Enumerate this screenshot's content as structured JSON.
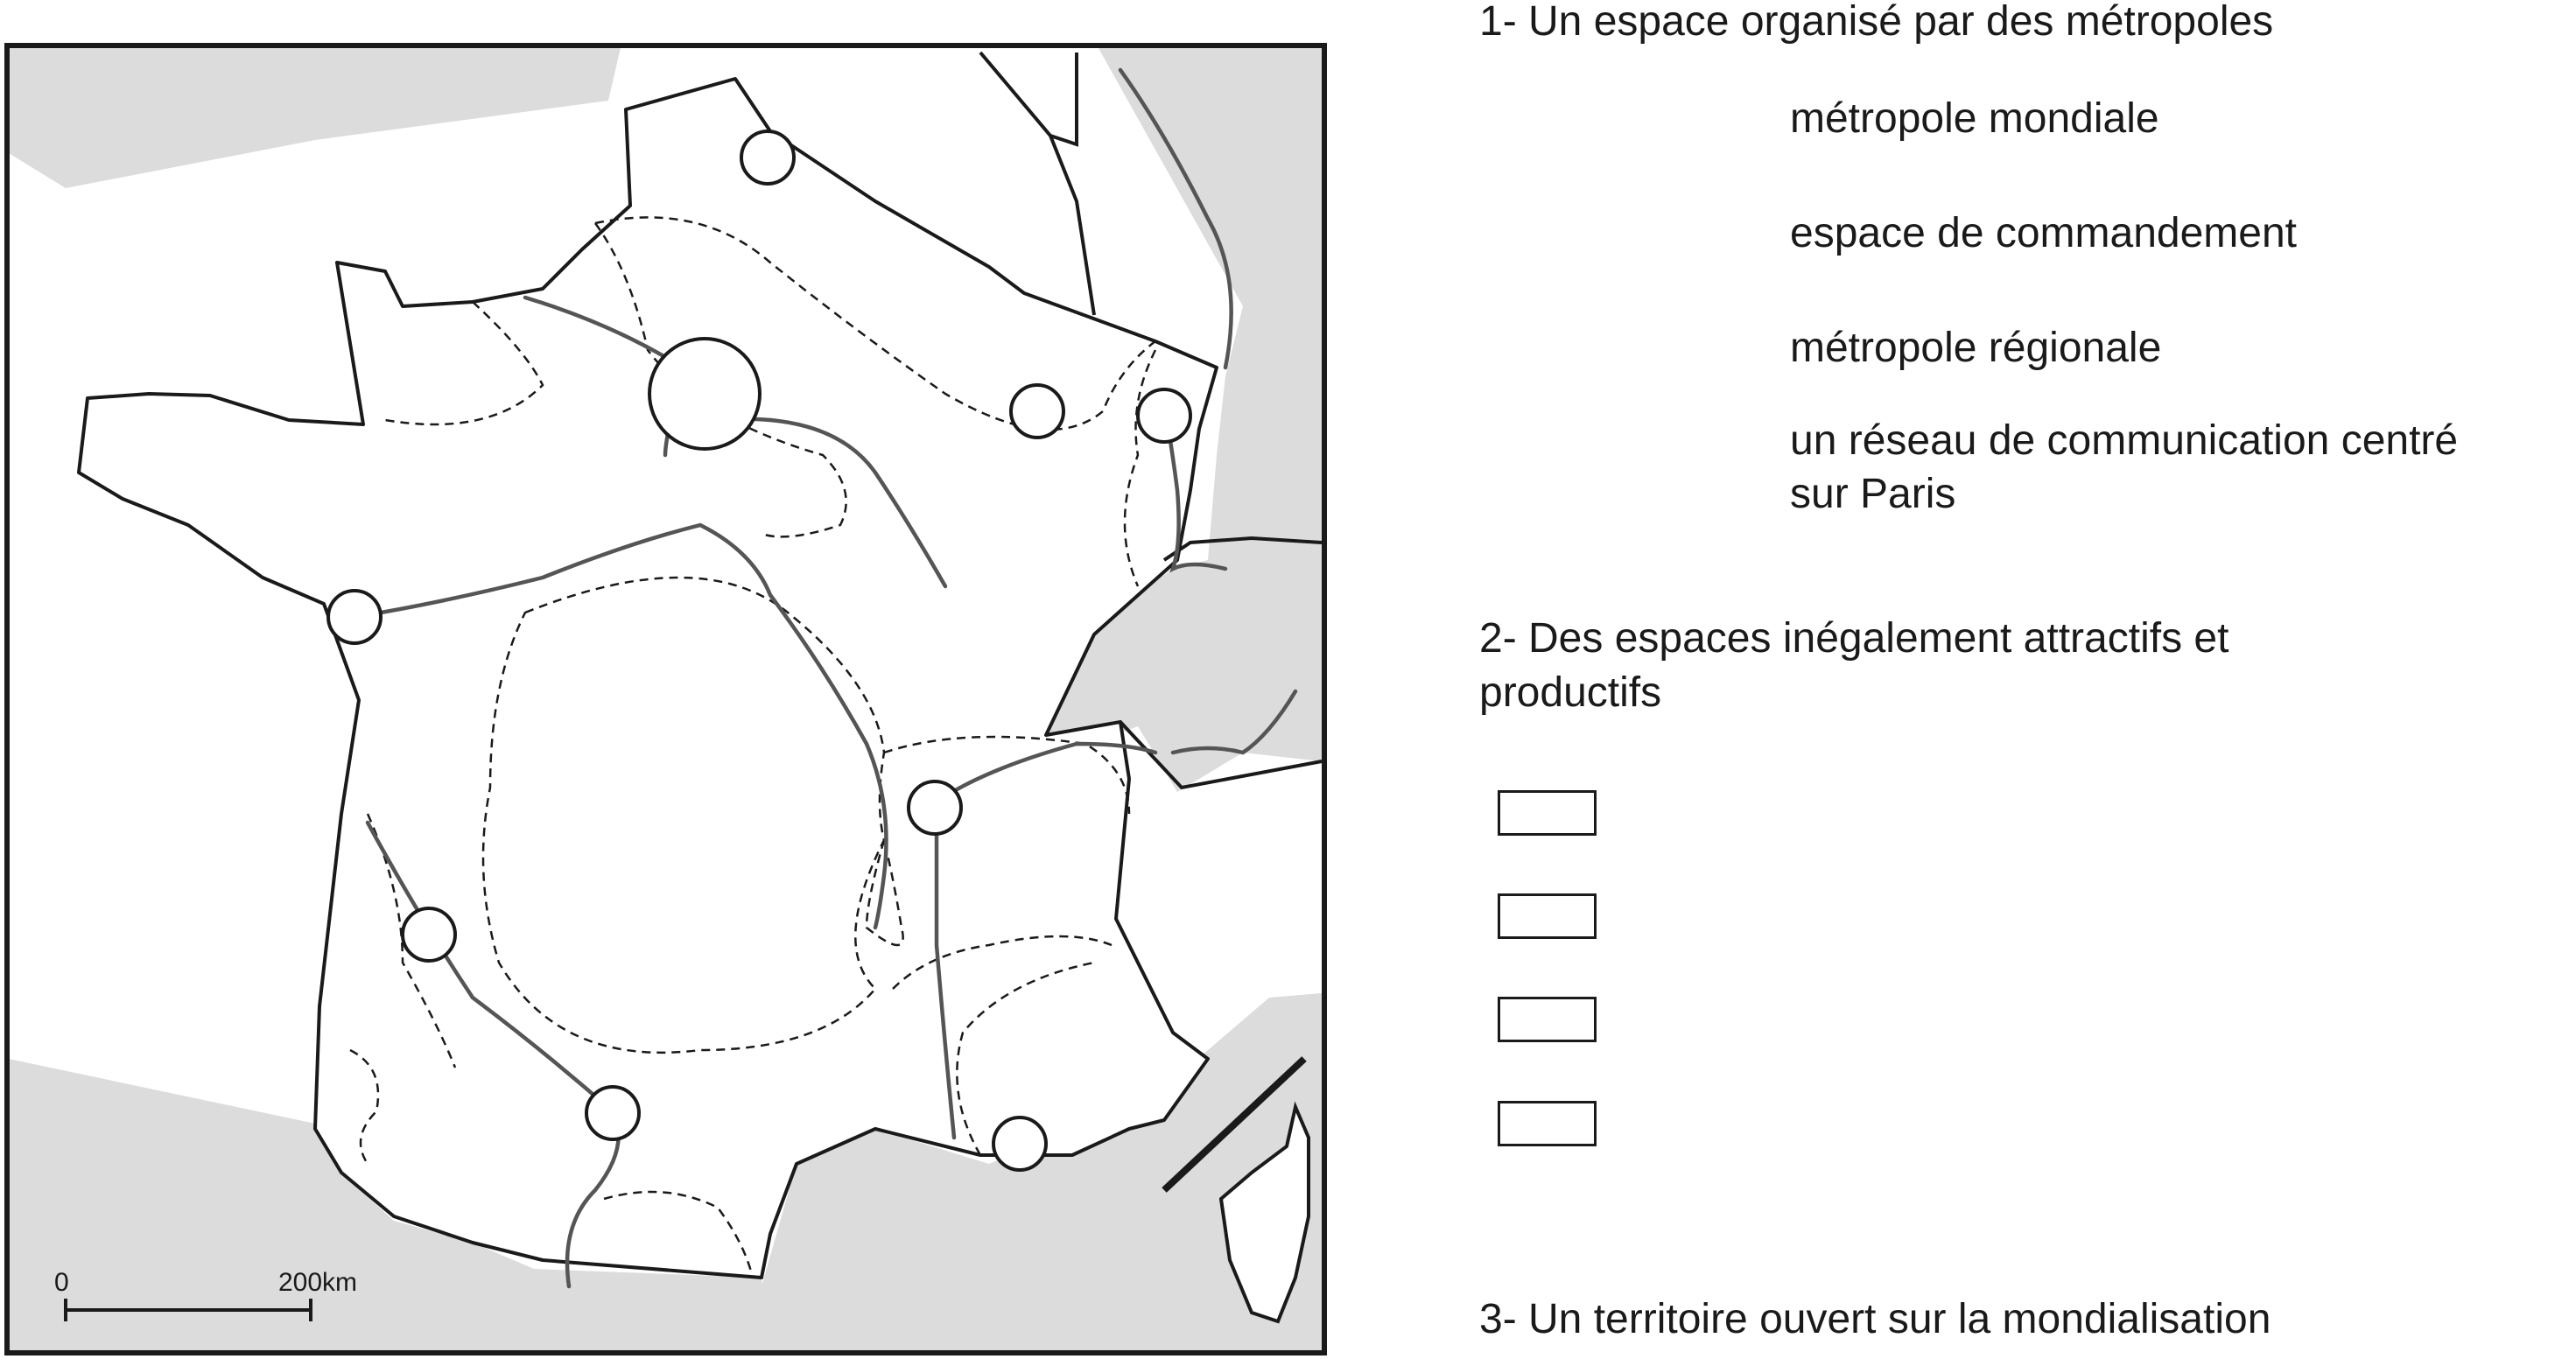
{
  "legend": {
    "section1_title": "1- Un espace organisé par des métropoles",
    "items1": [
      "métropole mondiale",
      "espace de commandement",
      "métropole régionale",
      "un réseau de communication centré",
      "sur Paris"
    ],
    "section2_title_line1": "2- Des espaces inégalement attractifs et",
    "section2_title_line2": "productifs",
    "section2_boxes_count": 4,
    "section3_title": "3- Un territoire ouvert sur la mondialisation"
  },
  "scale": {
    "start_label": "0",
    "end_label": "200km"
  },
  "colors": {
    "sea": "#dcdcdc",
    "border": "#1a1a1a",
    "route": "#555555",
    "frame": "#1a1a1a"
  }
}
